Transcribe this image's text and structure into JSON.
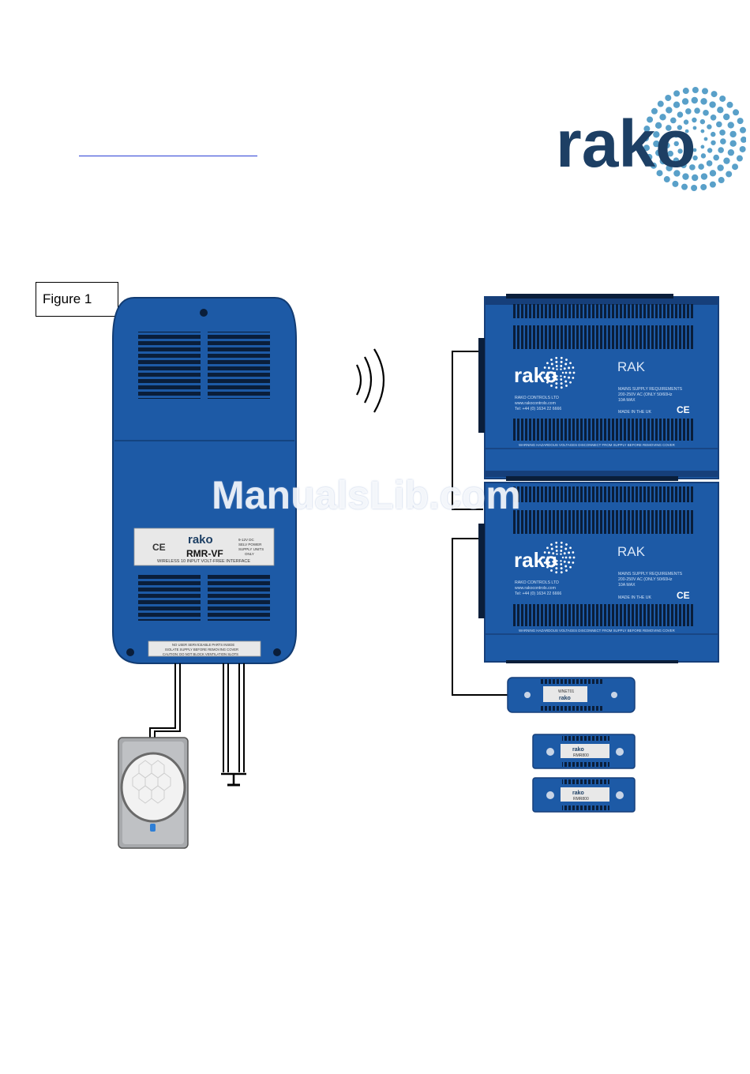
{
  "brand": {
    "logo_text": "rako"
  },
  "figure": {
    "label": "Figure 1"
  },
  "watermark": {
    "text": "ManualsLib.com"
  },
  "interface_unit": {
    "brand": "rako",
    "model": "RMR-VF",
    "ce_mark": "CE",
    "supply_lines": [
      "9-12V DC",
      "SELV POWER",
      "SUPPLY UNITS",
      "ONLY"
    ],
    "description": "WIRELESS 10 INPUT VOLT-FREE INTERFACE",
    "warning_lines": [
      "NO USER SERVICEABLE PARTS INSIDE",
      "ISOLATE SUPPLY BEFORE REMOVING COVER",
      "CAUTION: DO NOT BLOCK VENTILATION SLOTS"
    ]
  },
  "rack_units": [
    {
      "brand": "rako",
      "name": "RAK",
      "company_lines": [
        "RAKO CONTROLS LTD",
        "www.rakocontrols.com",
        "Tel: +44 (0) 1634 22 6666"
      ],
      "supply_lines": [
        "MAINS SUPPLY REQUIREMENTS",
        "200-250V AC (ONLY 50/60Hz",
        "10A  MAX"
      ],
      "made_in": "MADE IN THE UK",
      "ce_mark": "CE",
      "warning": "WARNING HAZARDOUS VOLTAGES DISCONNECT FROM SUPPLY BEFORE REMOVING COVER"
    },
    {
      "brand": "rako",
      "name": "RAK",
      "company_lines": [
        "RAKO CONTROLS LTD",
        "www.rakocontrols.com",
        "Tel: +44 (0) 1634 22 6666"
      ],
      "supply_lines": [
        "MAINS SUPPLY REQUIREMENTS",
        "200-250V AC (ONLY 50/60Hz",
        "10A  MAX"
      ],
      "made_in": "MADE IN THE UK",
      "ce_mark": "CE",
      "warning": "WARNING HAZARDOUS VOLTAGES DISCONNECT FROM SUPPLY BEFORE REMOVING COVER"
    }
  ],
  "modules": [
    {
      "brand": "rako",
      "code": "WNET01"
    },
    {
      "brand": "rako",
      "code": "RMR800"
    },
    {
      "brand": "rako",
      "code": "RMR800"
    }
  ],
  "colors": {
    "brand_navy": "#1d3f64",
    "logo_dots": "#3c8fbf",
    "device_blue": "#1d5aa6",
    "device_dark": "#163f7a",
    "vent": "#0a1e3a",
    "link_blue": "#2b3fd4"
  }
}
